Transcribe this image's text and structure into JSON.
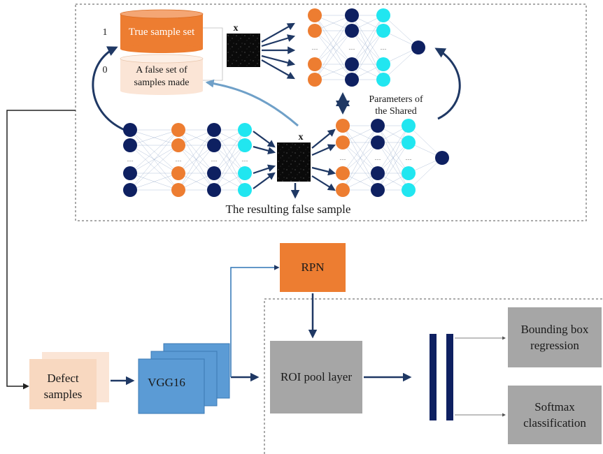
{
  "gan": {
    "true_set": {
      "label": "True sample set",
      "value": "1"
    },
    "false_set": {
      "line1": "A false set of",
      "line2": "samples made",
      "value": "0"
    },
    "x_top": "x",
    "x_mid": "x",
    "shared_params": {
      "line1": "Parameters of",
      "line2": "the Shared"
    },
    "result_caption": "The resulting false sample"
  },
  "detector": {
    "defect": {
      "line1": "Defect",
      "line2": "samples"
    },
    "vgg": "VGG16",
    "rpn": "RPN",
    "roi": "ROI pool layer",
    "bbox": {
      "line1": "Bounding box",
      "line2": "regression"
    },
    "softmax": {
      "line1": "Softmax",
      "line2": "classification"
    }
  },
  "colors": {
    "orange": "#ed7d31",
    "navy": "#0e2061",
    "cyan": "#21e6f0",
    "blue": "#5b9bd5",
    "peach": "#fbe5d6",
    "gray": "#a6a6a6",
    "arrow": "#1f3864"
  }
}
